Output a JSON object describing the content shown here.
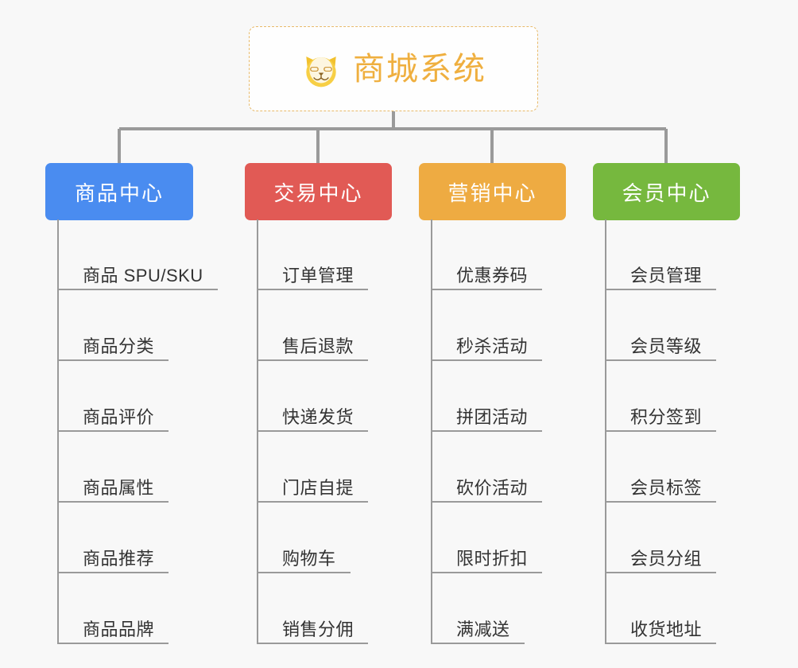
{
  "diagram": {
    "background_color": "#f8f8f8",
    "connector_color": "#9a9a9a",
    "root": {
      "title": "商城系统",
      "icon": "shiba-dog-face-icon",
      "text_color": "#efaf3f",
      "border_color": "#e8ba6a",
      "background_color": "#fefefe"
    },
    "categories": [
      {
        "label": "商品中心",
        "color": "#4a8cf0",
        "items": [
          "商品 SPU/SKU",
          "商品分类",
          "商品评价",
          "商品属性",
          "商品推荐",
          "商品品牌"
        ]
      },
      {
        "label": "交易中心",
        "color": "#e15a55",
        "items": [
          "订单管理",
          "售后退款",
          "快递发货",
          "门店自提",
          "购物车",
          "销售分佣"
        ]
      },
      {
        "label": "营销中心",
        "color": "#eeab42",
        "items": [
          "优惠券码",
          "秒杀活动",
          "拼团活动",
          "砍价活动",
          "限时折扣",
          "满减送"
        ]
      },
      {
        "label": "会员中心",
        "color": "#76b83e",
        "items": [
          "会员管理",
          "会员等级",
          "积分签到",
          "会员标签",
          "会员分组",
          "收货地址"
        ]
      }
    ]
  }
}
